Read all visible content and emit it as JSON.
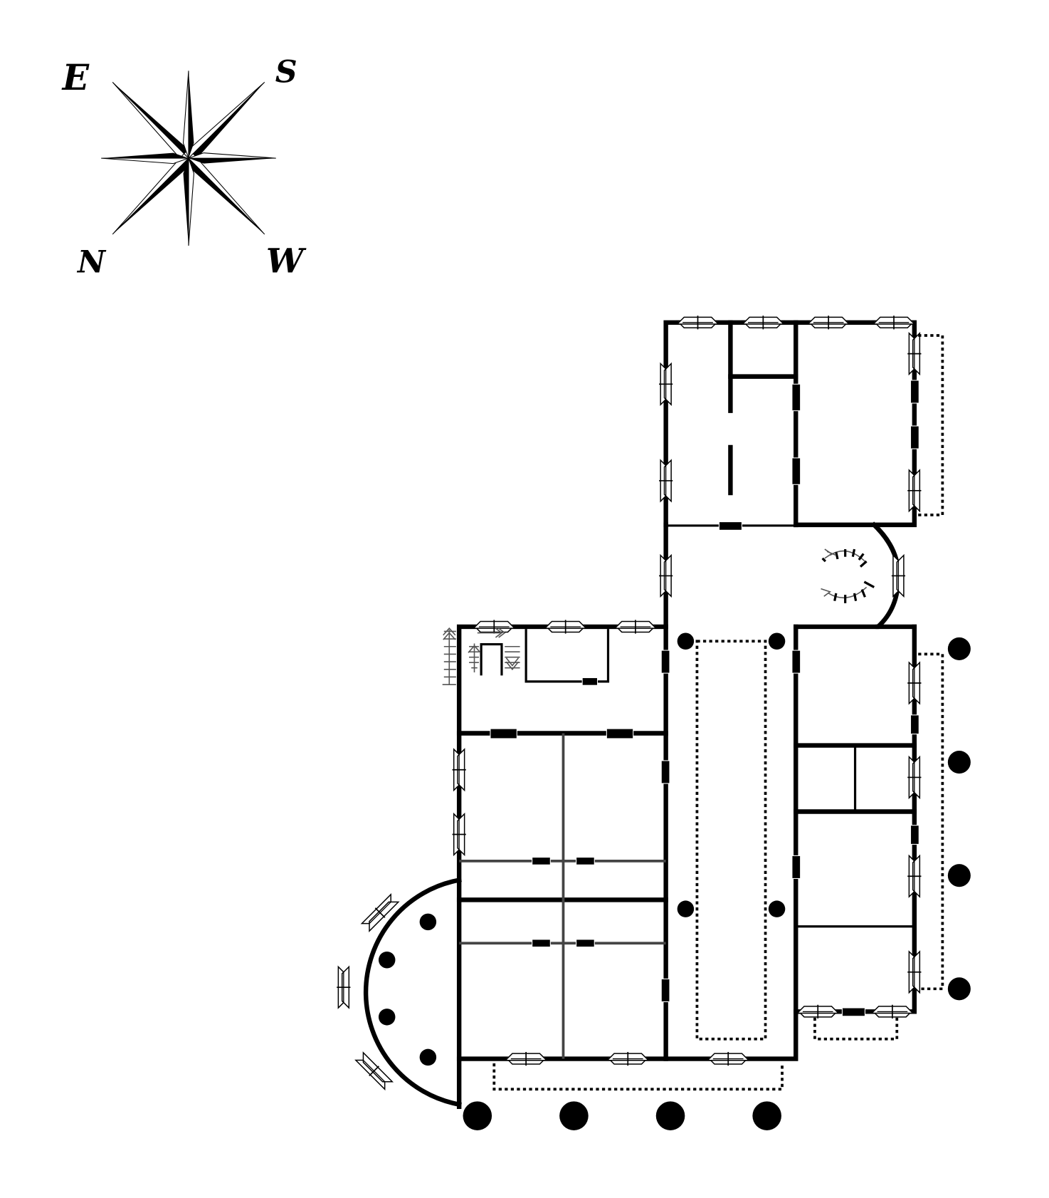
{
  "diagram": {
    "type": "architectural floor plan",
    "colors": {
      "ink": "#000000",
      "background": "#ffffff",
      "grey_wall": "#444444"
    },
    "compass": {
      "labels": {
        "top_left": "E",
        "top_right": "S",
        "bottom_left": "N",
        "bottom_right": "W"
      }
    },
    "elements": {
      "columns_exterior_bottom": 4,
      "columns_exterior_right": 4,
      "columns_apse": 4,
      "columns_central_hall": 4,
      "spiral_staircase": 1,
      "straight_staircases": 3
    }
  }
}
